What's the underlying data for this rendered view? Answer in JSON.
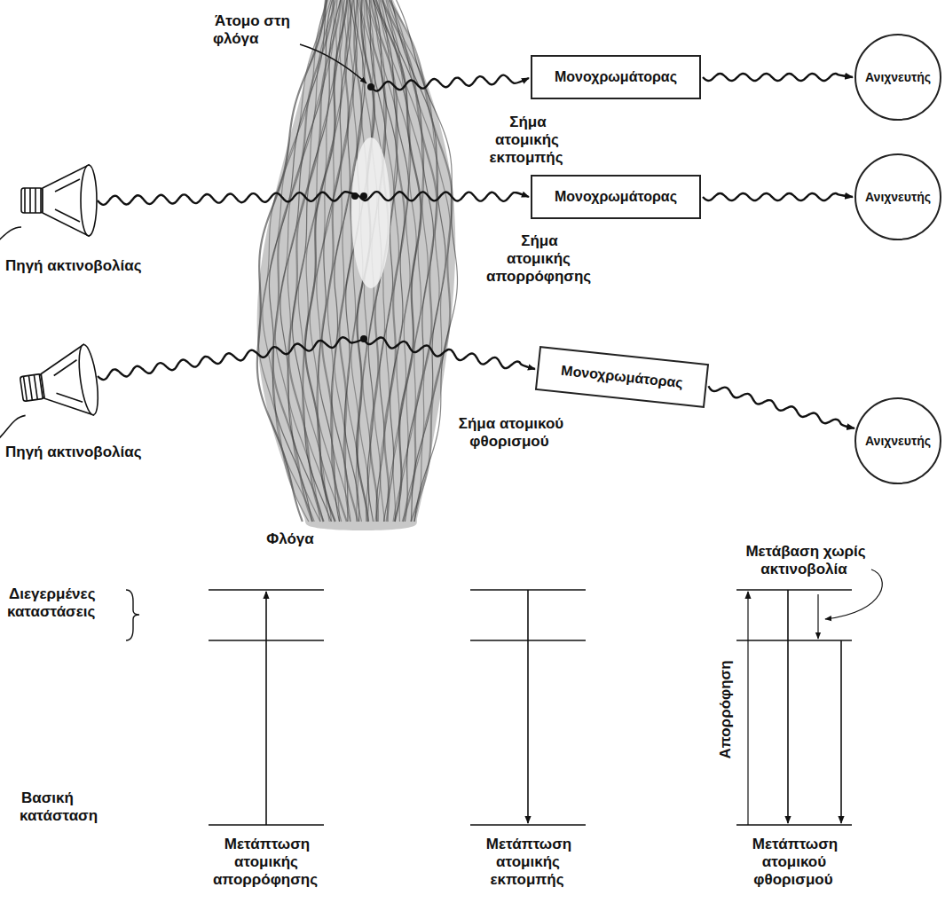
{
  "diagram": {
    "nodes": [
      {
        "text": [
          "Μονοχρωμάτορας"
        ]
      },
      {
        "text": [
          "Ανιχνευτής"
        ]
      },
      {
        "text": [
          "Μονοχρωμάτορας"
        ]
      },
      {
        "text": [
          "Ανιχνευτής"
        ]
      },
      {
        "text": [
          "Μονοχρωμάτορας"
        ]
      },
      {
        "text": [
          "Ανιχνευτής"
        ]
      }
    ],
    "edges": [
      {
        "from": 0,
        "to": 1,
        "arrow": "to"
      },
      {
        "from": 2,
        "to": 3,
        "arrow": "to"
      },
      {
        "from": 4,
        "to": 5,
        "arrow": "to"
      }
    ],
    "labels": [
      "Άτομο στη φλόγα",
      "Σήμα ατομικής εκπομπής",
      "Πηγή ακτινοβολίας",
      "Σήμα ατομικής απορρόφησης",
      "Πηγή ακτινοβολίας",
      "Σήμα ατομικού φθορισμού",
      "Φλόγα",
      "Μετάβαση χωρίς ακτινοβολία",
      "Διεγερμένες καταστάσεις",
      "Βασική κατάσταση",
      "Απορρόφηση",
      "Μετάπτωση ατομικής απορρόφησης",
      "Μετάπτωση ατομικής εκπομπής",
      "Μετάπτωση ατομικού φθορισμού"
    ]
  }
}
